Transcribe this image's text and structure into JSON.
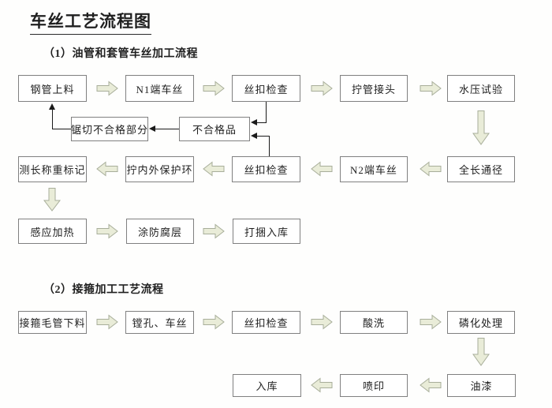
{
  "title": "车丝工艺流程图",
  "section1": {
    "heading": "（1）油管和套管车丝加工流程",
    "row1": [
      "钢管上料",
      "N1端车丝",
      "丝扣检查",
      "拧管接头",
      "水压试验"
    ],
    "rejects": {
      "saw": "锯切不合格部分",
      "defective": "不合格品"
    },
    "row2": [
      "测长称重标记",
      "拧内外保护环",
      "丝扣检查",
      "N2端车丝",
      "全长通径"
    ],
    "row3": [
      "感应加热",
      "涂防腐层",
      "打捆入库"
    ]
  },
  "section2": {
    "heading": "（2）接箍加工工艺流程",
    "row1": [
      "接箍毛管下料",
      "镗孔、车丝",
      "丝扣检查",
      "酸洗",
      "磷化处理"
    ],
    "row2": [
      "入库",
      "喷印",
      "油漆"
    ]
  },
  "colors": {
    "arrow_fill": "#e9ecd8",
    "arrow_stroke": "#a8ae9a",
    "box_border": "#808080",
    "connector": "#1a1a1a",
    "text": "#1f1f1f"
  }
}
